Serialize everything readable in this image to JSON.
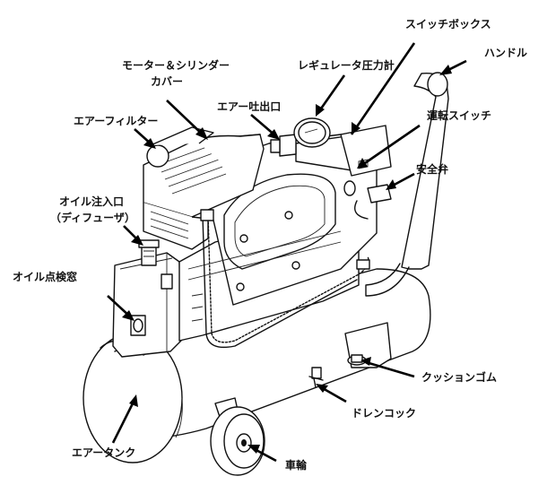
{
  "labels": {
    "switch_box": "スイッチボックス",
    "handle": "ハンドル",
    "motor_cover_line1": "モーター＆シリンダー",
    "motor_cover_line2": "カバー",
    "regulator_gauge": "レギュレータ圧力計",
    "air_outlet": "エアー吐出口",
    "run_switch": "運転スイッチ",
    "air_filter": "エアーフィルター",
    "safety_valve": "安全弁",
    "oil_inlet_line1": "オイル注入口",
    "oil_inlet_line2": "（ディフューザ）",
    "oil_window": "オイル点検窓",
    "cushion_rubber": "クッションゴム",
    "drain_cock": "ドレンコック",
    "air_tank": "エアータンク",
    "wheel": "車輪"
  }
}
